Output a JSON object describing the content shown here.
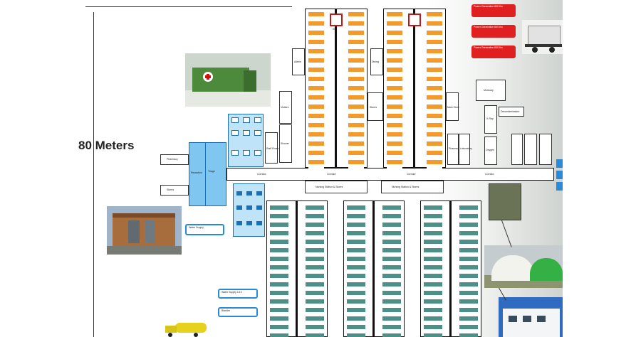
{
  "diagram": {
    "scale_label": "80 Meters",
    "text": {
      "kitchen": "KIT",
      "corridor_1": "Corridor",
      "corridor_2": "Corridor",
      "corridor_3": "Corridor",
      "corridor_4": "Corridor",
      "nursing_station_1": "Nursing Station & Stores",
      "nursing_station_2": "Nursing Station & Stores",
      "power_generation_1": "Power Generation\n600 Kw",
      "power_generation_2": "Power Generation\n600 Kw",
      "power_generation_3": "Power Generation\n600 Kw",
      "pharmacy": "Pharmacy",
      "laboratory": "Laboratory",
      "xray": "X-Ray",
      "mortuary": "Mortuary",
      "oxygen": "Oxygen",
      "stores": "Stores",
      "stores_2": "Stores",
      "reception": "Reception",
      "triage": "Triage",
      "staff_room": "Staff Room",
      "water_supply": "Water Supply",
      "water_supply_2": "Water Supply 1/10",
      "admin": "Admin",
      "shower": "Shower",
      "visitors": "Visitors",
      "pharmacy_2": "Pharmacy",
      "dining": "Dining",
      "main_store": "Main Store",
      "decontamination": "Decontamination",
      "bladder": "Bladder"
    }
  }
}
